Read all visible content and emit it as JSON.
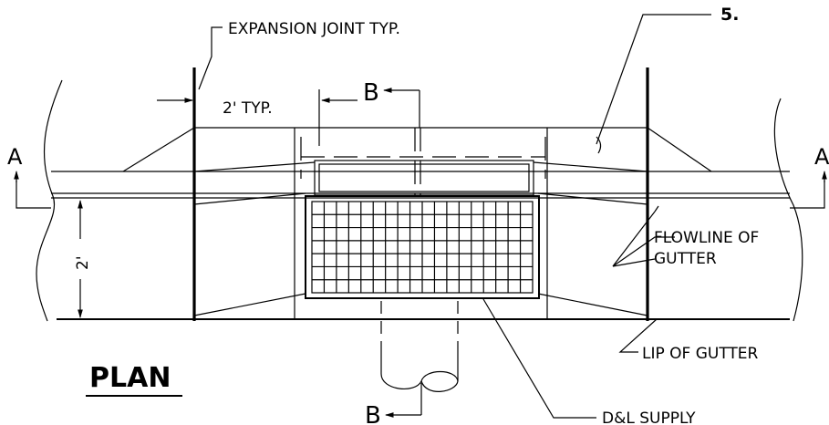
{
  "drawing": {
    "title": "PLAN",
    "callouts": {
      "expansion_joint": "EXPANSION JOINT TYP.",
      "item_number": "5.",
      "flowline": [
        "FLOWLINE OF",
        "GUTTER"
      ],
      "lip_of_gutter": "LIP OF GUTTER",
      "supplier": "D&L SUPPLY"
    },
    "dimensions": {
      "spacing": "2' TYP.",
      "gutter_width": "2'"
    },
    "section_marks": {
      "a_left": "A",
      "a_right": "A",
      "b_top": "B",
      "b_bottom": "B"
    }
  }
}
